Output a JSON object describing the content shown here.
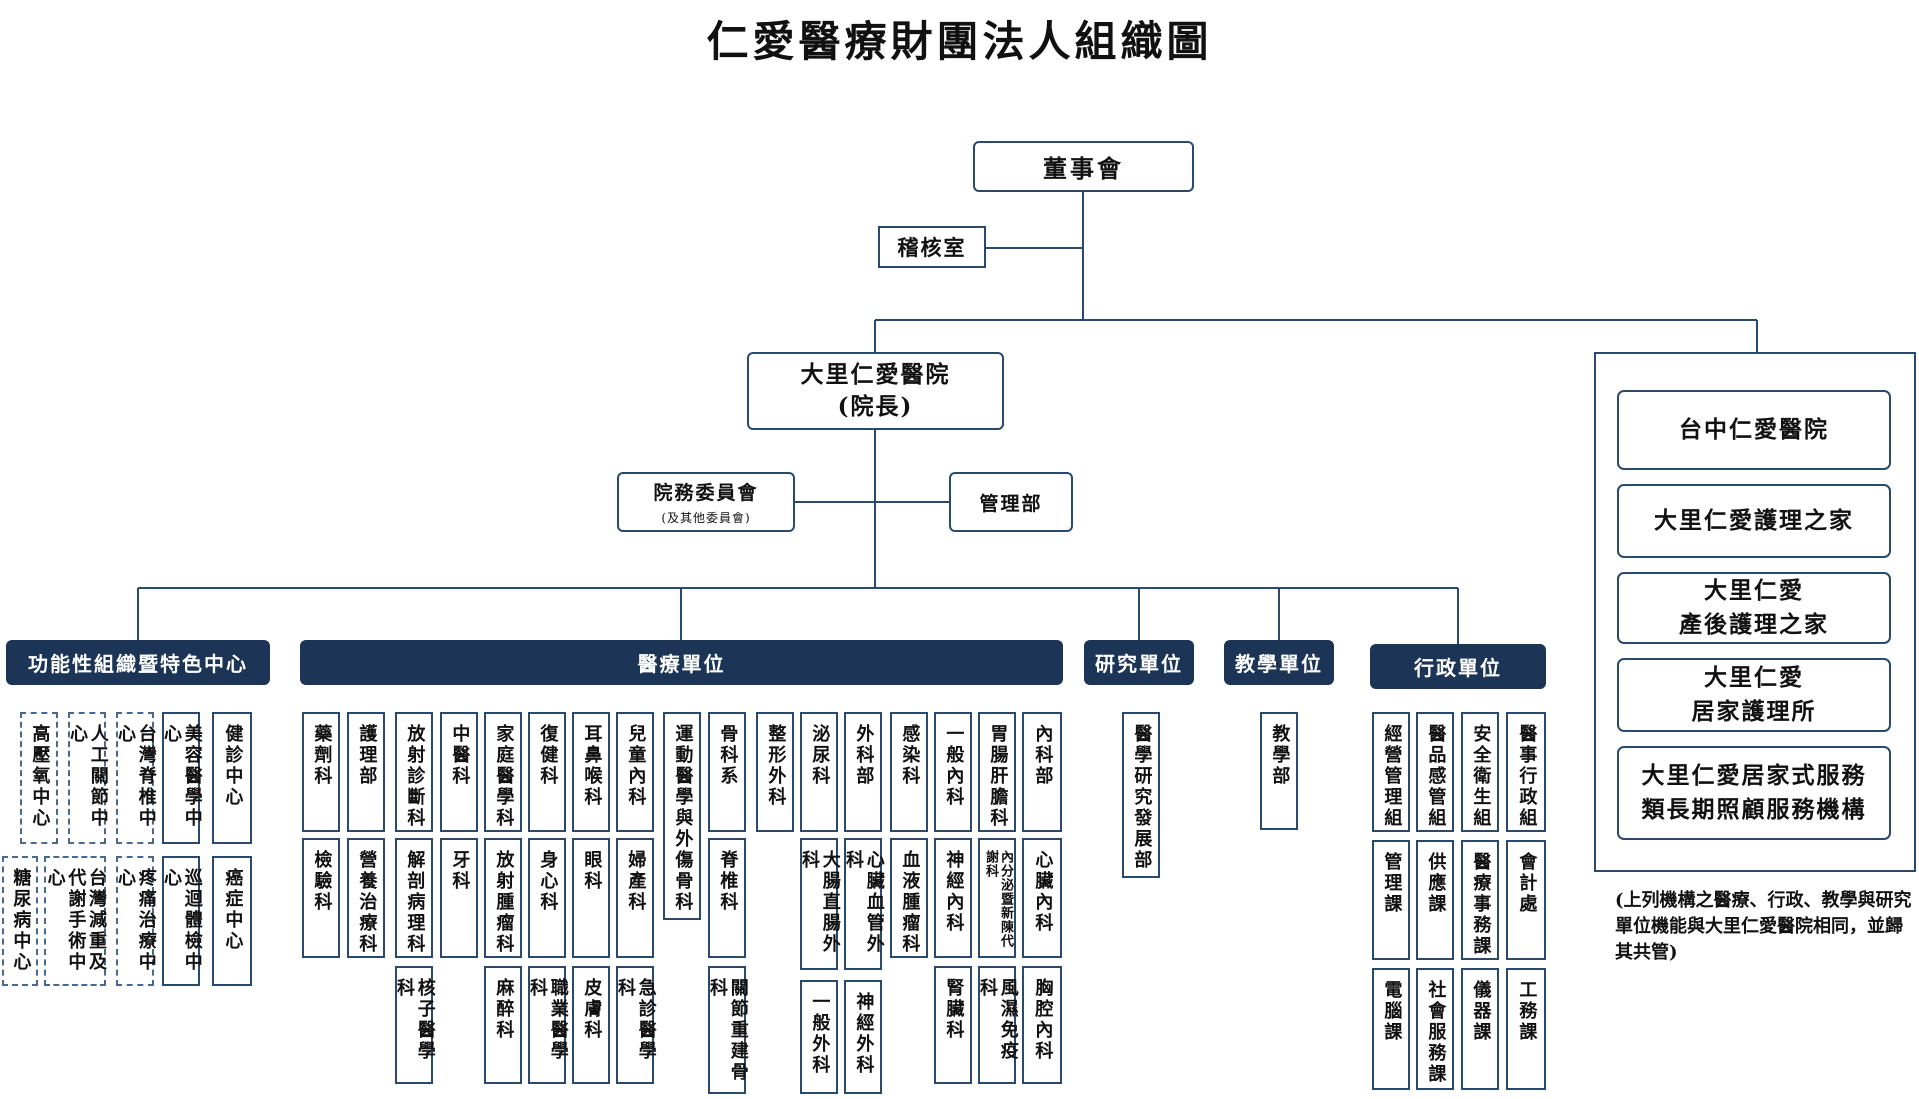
{
  "title": "仁愛醫療財團法人組織圖",
  "board": "董事會",
  "audit": "稽核室",
  "hospital": {
    "name": "大里仁愛醫院",
    "sub": "(院長)"
  },
  "committee": {
    "name": "院務委員會",
    "sub": "(及其他委員會)"
  },
  "management": "管理部",
  "categories": {
    "functional": "功能性組織暨特色中心",
    "medical": "醫療單位",
    "research": "研究單位",
    "teaching": "教學單位",
    "admin": "行政單位"
  },
  "functional_centers": [
    "高壓氧中心",
    "人工關節中心",
    "台灣脊椎中心",
    "美容醫學中心",
    "健診中心",
    "糖尿病中心",
    "台灣減重及代謝手術中心",
    "疼痛治療中心",
    "巡迴體檢中心",
    "癌症中心"
  ],
  "medical_units": [
    "藥劑科",
    "護理部",
    "放射診斷科",
    "中醫科",
    "家庭醫學科",
    "復健科",
    "耳鼻喉科",
    "兒童內科",
    "運動醫學與外傷骨科",
    "骨科系",
    "整形外科",
    "泌尿科",
    "外科部",
    "感染科",
    "一般內科",
    "胃腸肝膽科",
    "內科部",
    "檢驗科",
    "營養治療科",
    "解剖病理科",
    "牙科",
    "放射腫瘤科",
    "身心科",
    "眼科",
    "婦產科",
    "脊椎科",
    "大腸直腸外科",
    "心臟血管外科",
    "血液腫瘤科",
    "神經內科",
    "內分泌暨新陳代謝科",
    "心臟內科",
    "核子醫學科",
    "麻醉科",
    "職業醫學科",
    "皮膚科",
    "急診醫學科",
    "關節重建骨科",
    "一般外科",
    "神經外科",
    "腎臟科",
    "風濕免疫科",
    "胸腔內科"
  ],
  "research_units": [
    "醫學研究發展部"
  ],
  "teaching_units": [
    "教學部"
  ],
  "admin_units": [
    "經營管理組",
    "醫品感管組",
    "安全衛生組",
    "醫事行政組",
    "管理課",
    "供應課",
    "醫療事務課",
    "會計處",
    "電腦課",
    "社會服務課",
    "儀器課",
    "工務課"
  ],
  "affiliates": [
    [
      "台中仁愛醫院"
    ],
    [
      "大里仁愛護理之家"
    ],
    [
      "大里仁愛",
      "產後護理之家"
    ],
    [
      "大里仁愛",
      "居家護理所"
    ],
    [
      "大里仁愛居家式服務",
      "類長期照顧服務機構"
    ]
  ],
  "note": "(上列機構之醫療、行政、教學與研究單位機能與大里仁愛醫院相同，並歸其共管)"
}
